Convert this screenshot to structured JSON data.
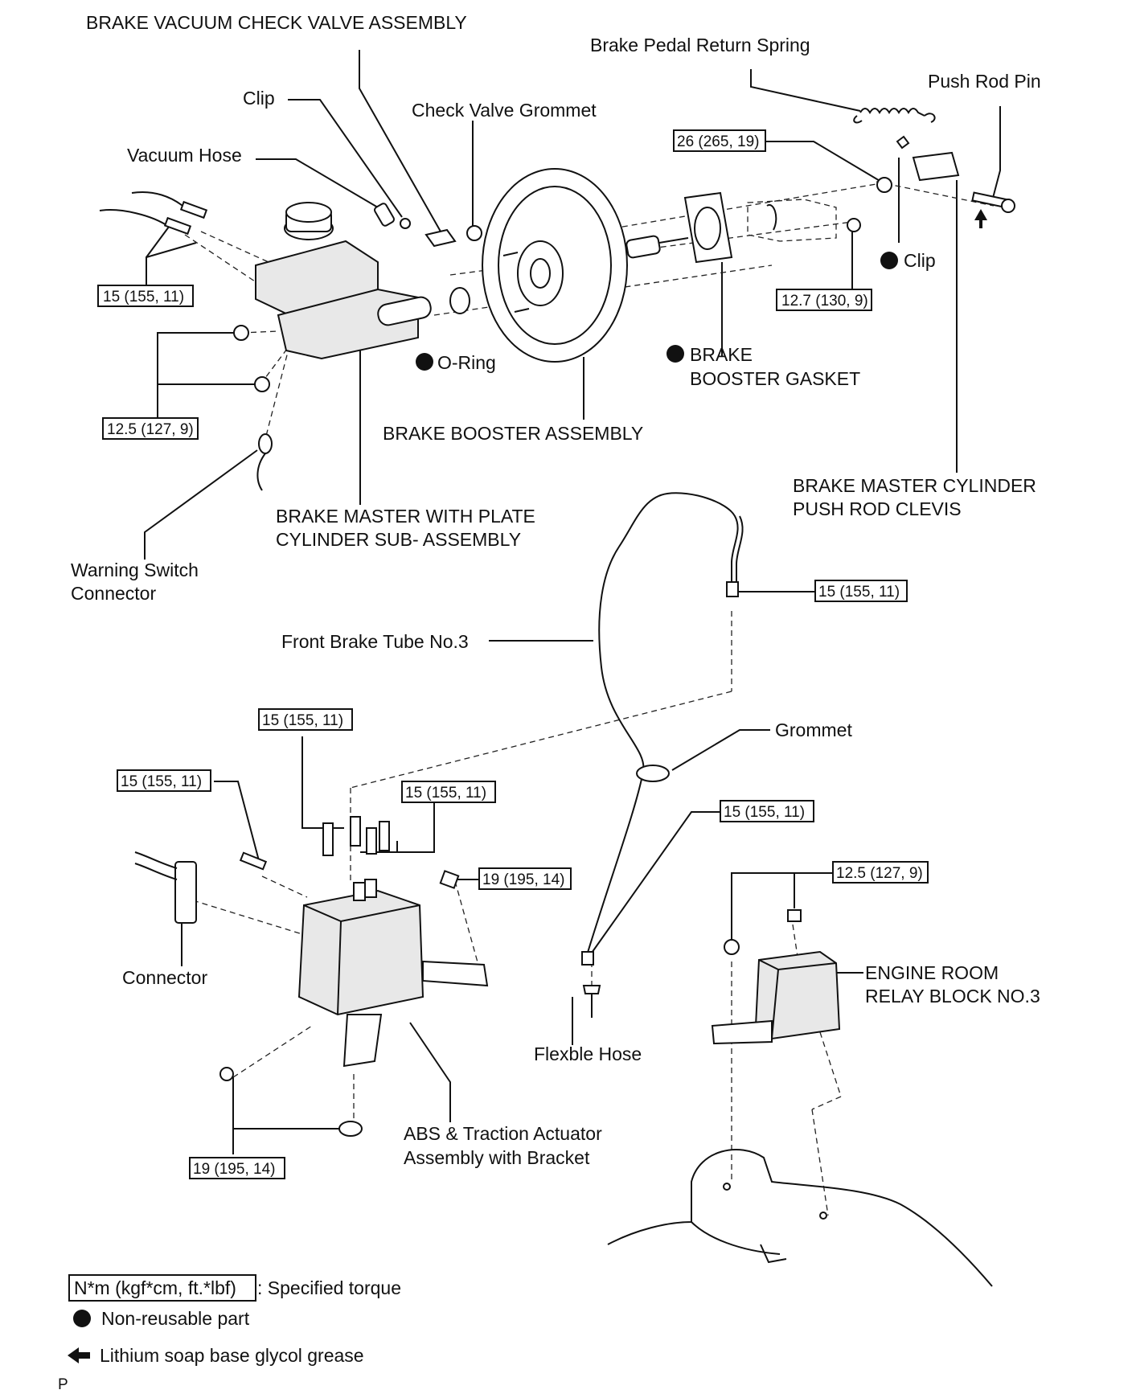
{
  "labels": {
    "brake_vacuum_check_valve_assembly": "BRAKE VACUUM CHECK VALVE ASSEMBLY",
    "brake_pedal_return_spring": "Brake Pedal Return Spring",
    "push_rod_pin": "Push Rod Pin",
    "clip_top": "Clip",
    "check_valve_grommet": "Check Valve Grommet",
    "vacuum_hose": "Vacuum Hose",
    "clip_right": "Clip",
    "o_ring": "O-Ring",
    "brake_booster_gasket_line1": "BRAKE",
    "brake_booster_gasket_line2": "BOOSTER GASKET",
    "brake_booster_assembly": "BRAKE BOOSTER ASSEMBLY",
    "push_rod_clevis_line1": "BRAKE MASTER CYLINDER",
    "push_rod_clevis_line2": "PUSH ROD CLEVIS",
    "master_cylinder_line1": "BRAKE MASTER WITH PLATE",
    "master_cylinder_line2": "CYLINDER SUB- ASSEMBLY",
    "warning_switch_line1": "Warning Switch",
    "warning_switch_line2": "Connector",
    "front_brake_tube": "Front Brake Tube No.3",
    "grommet": "Grommet",
    "connector": "Connector",
    "flexible_hose": "Flexble Hose",
    "relay_block_line1": "ENGINE ROOM",
    "relay_block_line2": "RELAY BLOCK NO.3",
    "abs_line1": "ABS & Traction Actuator",
    "abs_line2": "Assembly with Bracket"
  },
  "torques": {
    "booster_nut": "26 (265, 19)",
    "master_tube_fittings": "15 (155, 11)",
    "booster_clevis_nut": "12.7 (130, 9)",
    "master_nuts": "12.5 (127, 9)",
    "tube_upper_fitting": "15 (155, 11)",
    "abs_center_fitting": "15 (155, 11)",
    "abs_left_fitting": "15 (155, 11)",
    "abs_right_fittings": "15 (155, 11)",
    "abs_bracket_bolt": "19 (195, 14)",
    "flex_hose_fitting": "15 (155, 11)",
    "relay_block_bolts": "12.5 (127, 9)",
    "abs_lower_bolts": "19 (195, 14)"
  },
  "legend": {
    "torque_box": "N*m (kgf*cm, ft.*lbf)",
    "torque_text": ": Specified torque",
    "nonreusable_text": "Non-reusable part",
    "grease_text": "Lithium soap base glycol grease"
  },
  "corner_mark": "P"
}
